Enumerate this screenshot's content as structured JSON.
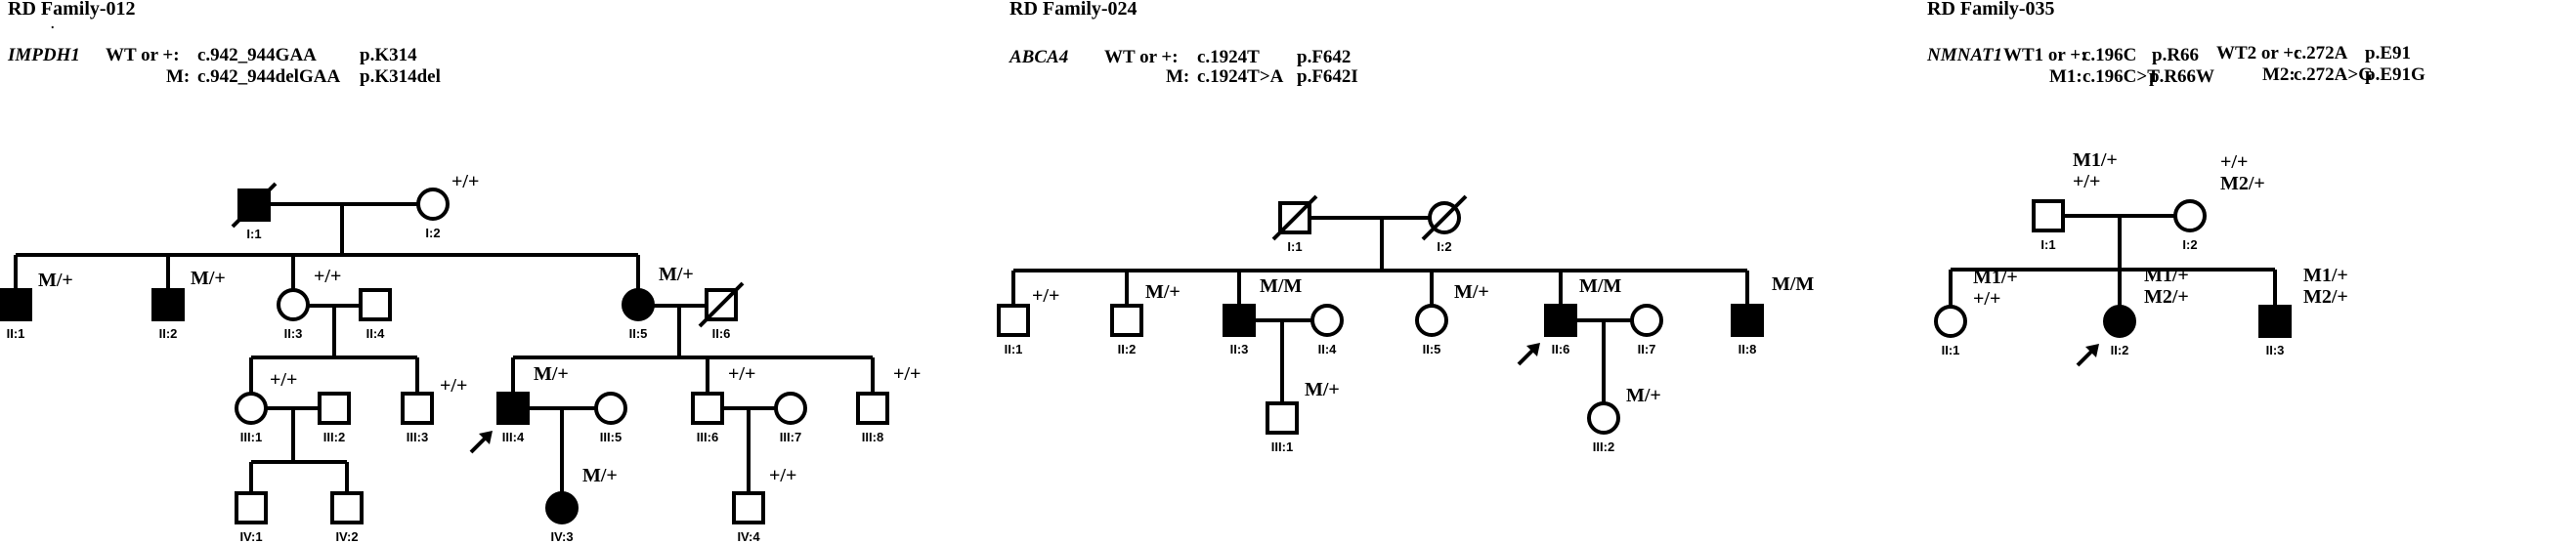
{
  "families": [
    {
      "title": "RD Family-012",
      "dot": ".",
      "gene": "IMPDH1",
      "wt_label": "WT or +:",
      "wt_cdna": "c.942_944GAA",
      "wt_protein": "p.K314",
      "m_label": "M:",
      "m_cdna": "c.942_944delGAA",
      "m_protein": "p.K314del",
      "individuals": {
        "I1": {
          "id": "I:1",
          "sex": "male",
          "affected": true,
          "deceased": true,
          "genotype": ""
        },
        "I2": {
          "id": "I:2",
          "sex": "female",
          "affected": false,
          "deceased": false,
          "genotype": "+/+"
        },
        "II1": {
          "id": "II:1",
          "sex": "male",
          "affected": true,
          "genotype": "M/+"
        },
        "II2": {
          "id": "II:2",
          "sex": "male",
          "affected": true,
          "genotype": "M/+"
        },
        "II3": {
          "id": "II:3",
          "sex": "female",
          "affected": false,
          "genotype": "+/+"
        },
        "II4": {
          "id": "II:4",
          "sex": "male",
          "affected": false,
          "genotype": ""
        },
        "II5": {
          "id": "II:5",
          "sex": "female",
          "affected": true,
          "genotype": "M/+"
        },
        "II6": {
          "id": "II:6",
          "sex": "male",
          "affected": false,
          "deceased": true,
          "genotype": ""
        },
        "III1": {
          "id": "III:1",
          "sex": "female",
          "affected": false,
          "genotype": "+/+"
        },
        "III2": {
          "id": "III:2",
          "sex": "male",
          "affected": false,
          "genotype": ""
        },
        "III3": {
          "id": "III:3",
          "sex": "male",
          "affected": false,
          "genotype": "+/+"
        },
        "III4": {
          "id": "III:4",
          "sex": "male",
          "affected": true,
          "proband": true,
          "genotype": "M/+"
        },
        "III5": {
          "id": "III:5",
          "sex": "female",
          "affected": false,
          "genotype": ""
        },
        "III6": {
          "id": "III:6",
          "sex": "male",
          "affected": false,
          "genotype": "+/+"
        },
        "III7": {
          "id": "III:7",
          "sex": "female",
          "affected": false,
          "genotype": ""
        },
        "III8": {
          "id": "III:8",
          "sex": "male",
          "affected": false,
          "genotype": "+/+"
        },
        "IV1": {
          "id": "IV:1",
          "sex": "male",
          "affected": false,
          "genotype": ""
        },
        "IV2": {
          "id": "IV:2",
          "sex": "male",
          "affected": false,
          "genotype": ""
        },
        "IV3": {
          "id": "IV:3",
          "sex": "female",
          "affected": true,
          "genotype": "M/+"
        },
        "IV4": {
          "id": "IV:4",
          "sex": "male",
          "affected": false,
          "genotype": "+/+"
        }
      }
    },
    {
      "title": "RD Family-024",
      "gene": "ABCA4",
      "wt_label": "WT or +:",
      "wt_cdna": "c.1924T",
      "wt_protein": "p.F642",
      "m_label": "M:",
      "m_cdna": "c.1924T>A",
      "m_protein": "p.F642I",
      "individuals": {
        "I1": {
          "id": "I:1",
          "sex": "male",
          "affected": false,
          "deceased": true,
          "genotype": ""
        },
        "I2": {
          "id": "I:2",
          "sex": "female",
          "affected": false,
          "deceased": true,
          "genotype": ""
        },
        "II1": {
          "id": "II:1",
          "sex": "male",
          "affected": false,
          "genotype": "+/+"
        },
        "II2": {
          "id": "II:2",
          "sex": "male",
          "affected": false,
          "genotype": "M/+"
        },
        "II3": {
          "id": "II:3",
          "sex": "male",
          "affected": true,
          "genotype": "M/M"
        },
        "II4": {
          "id": "II:4",
          "sex": "female",
          "affected": false,
          "genotype": ""
        },
        "II5": {
          "id": "II:5",
          "sex": "female",
          "affected": false,
          "genotype": "M/+"
        },
        "II6": {
          "id": "II:6",
          "sex": "male",
          "affected": true,
          "proband": true,
          "genotype": "M/M"
        },
        "II7": {
          "id": "II:7",
          "sex": "female",
          "affected": false,
          "genotype": ""
        },
        "II8": {
          "id": "II:8",
          "sex": "male",
          "affected": true,
          "genotype": "M/M"
        },
        "III1": {
          "id": "III:1",
          "sex": "male",
          "affected": false,
          "genotype": "M/+"
        },
        "III2": {
          "id": "III:2",
          "sex": "female",
          "affected": false,
          "genotype": "M/+"
        }
      }
    },
    {
      "title": "RD Family-035",
      "gene": "NMNAT1",
      "wt1_label": "WT1 or +:",
      "wt1_cdna": "c.196C",
      "wt1_protein": "p.R66",
      "m1_label": "M1:",
      "m1_cdna": "c.196C>T",
      "m1_protein": "p.R66W",
      "wt2_label": "WT2 or +:",
      "wt2_cdna": "c.272A",
      "wt2_protein": "p.E91",
      "m2_label": "M2:",
      "m2_cdna": "c.272A>G",
      "m2_protein": "p.E91G",
      "individuals": {
        "I1": {
          "id": "I:1",
          "sex": "male",
          "affected": false,
          "genotype1": "M1/+",
          "genotype2": "+/+"
        },
        "I2": {
          "id": "I:2",
          "sex": "female",
          "affected": false,
          "genotype1": "+/+",
          "genotype2": "M2/+"
        },
        "II1": {
          "id": "II:1",
          "sex": "female",
          "affected": false,
          "genotype1": "M1/+",
          "genotype2": "+/+"
        },
        "II2": {
          "id": "II:2",
          "sex": "female",
          "affected": true,
          "proband": true,
          "genotype1": "M1/+",
          "genotype2": "M2/+"
        },
        "II3": {
          "id": "II:3",
          "sex": "male",
          "affected": true,
          "genotype1": "M1/+",
          "genotype2": "M2/+"
        }
      }
    }
  ]
}
